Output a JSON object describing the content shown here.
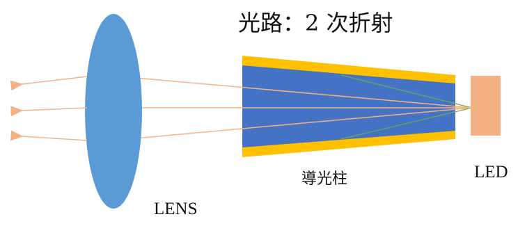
{
  "title": "光路：2 次折射",
  "labels": {
    "lens": "LENS",
    "light_guide": "導光柱",
    "led": "LED"
  },
  "colors": {
    "lens_fill": "#5b9bd5",
    "guide_body": "#4472c4",
    "guide_border": "#ffc000",
    "led_fill": "#f4b183",
    "ray_color": "#f4b183",
    "internal_ray_color": "#70ad47"
  },
  "rays": {
    "count": 3,
    "direction": "right-to-left"
  }
}
